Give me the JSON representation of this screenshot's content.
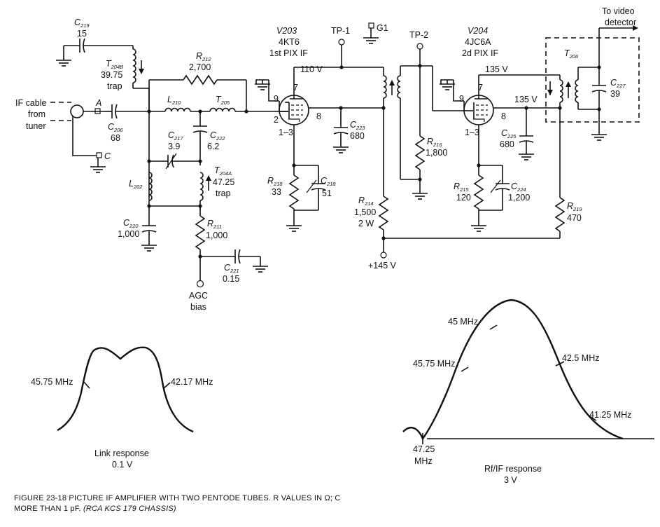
{
  "schematic": {
    "input": {
      "cable": "IF cable",
      "from": "from",
      "tuner": "tuner",
      "node_a": "A",
      "node_c": "C"
    },
    "c219": {
      "ref": "C",
      "sub": "219",
      "value": "15"
    },
    "t204b": {
      "ref": "T",
      "sub": "204B",
      "value": "39.75",
      "note": "trap"
    },
    "r212": {
      "ref": "R",
      "sub": "212",
      "value": "2,700"
    },
    "c206": {
      "ref": "C",
      "sub": "206",
      "value": "68"
    },
    "l210": {
      "ref": "L",
      "sub": "210"
    },
    "t205": {
      "ref": "T",
      "sub": "205"
    },
    "c217": {
      "ref": "C",
      "sub": "217",
      "value": "3.9"
    },
    "c222": {
      "ref": "C",
      "sub": "222",
      "value": "6.2"
    },
    "t204a": {
      "ref": "T",
      "sub": "204A",
      "value": "47.25",
      "note": "trap"
    },
    "l202": {
      "ref": "L",
      "sub": "202"
    },
    "c220": {
      "ref": "C",
      "sub": "220",
      "value": "1,000"
    },
    "r211": {
      "ref": "R",
      "sub": "211",
      "value": "1,000"
    },
    "c221": {
      "ref": "C",
      "sub": "221",
      "value": "0.15"
    },
    "agc": {
      "line1": "AGC",
      "line2": "bias"
    },
    "v203": {
      "name": "V203",
      "type": "4KT6",
      "function": "1st PIX IF",
      "pin9": "9",
      "pin7": "7",
      "pin2": "2",
      "pin8": "8",
      "pin13": "1–3"
    },
    "v204": {
      "name": "V204",
      "type": "4JC6A",
      "function": "2d PIX IF",
      "pin9": "9",
      "pin7": "7",
      "pin8": "8",
      "pin13": "1–3"
    },
    "volt_110": "110 V",
    "volt_135a": "135 V",
    "volt_135b": "135 V",
    "tp1": "TP-1",
    "tp2": "TP-2",
    "g1": "G1",
    "r218": {
      "ref": "R",
      "sub": "218",
      "value": "33"
    },
    "c218": {
      "ref": "C",
      "sub": "218",
      "value": "51"
    },
    "c223": {
      "ref": "C",
      "sub": "223",
      "value": "680"
    },
    "r214": {
      "ref": "R",
      "sub": "214",
      "value": "1,500",
      "power": "2 W"
    },
    "supply": "+145 V",
    "r216": {
      "ref": "R",
      "sub": "216",
      "value": "1,800"
    },
    "c225": {
      "ref": "C",
      "sub": "225",
      "value": "680"
    },
    "r215": {
      "ref": "R",
      "sub": "215",
      "value": "120"
    },
    "c224": {
      "ref": "C",
      "sub": "224",
      "value": "1,200"
    },
    "r219": {
      "ref": "R",
      "sub": "219",
      "value": "470"
    },
    "t206": {
      "ref": "T",
      "sub": "206"
    },
    "c227": {
      "ref": "C",
      "sub": "227",
      "value": "39"
    },
    "to_video": {
      "line1": "To video",
      "line2": "detector"
    }
  },
  "link_response": {
    "marker_left": "45.75 MHz",
    "marker_right": "42.17 MHz",
    "title": "Link response",
    "amplitude": "0.1 V"
  },
  "rf_response": {
    "marker_45": "45 MHz",
    "marker_4575": "45.75 MHz",
    "marker_425": "42.5 MHz",
    "marker_4125": "41.25 MHz",
    "marker_4725_a": "47.25",
    "marker_4725_b": "MHz",
    "title": "Rf/IF response",
    "amplitude": "3 V"
  },
  "caption": {
    "line1": "FIGURE 23-18  PICTURE IF AMPLIFIER WITH TWO PENTODE TUBES.  R VALUES IN Ω; C",
    "line2": "MORE THAN 1 pF.",
    "line2_italic": "(RCA KCS 179 CHASSIS)"
  }
}
